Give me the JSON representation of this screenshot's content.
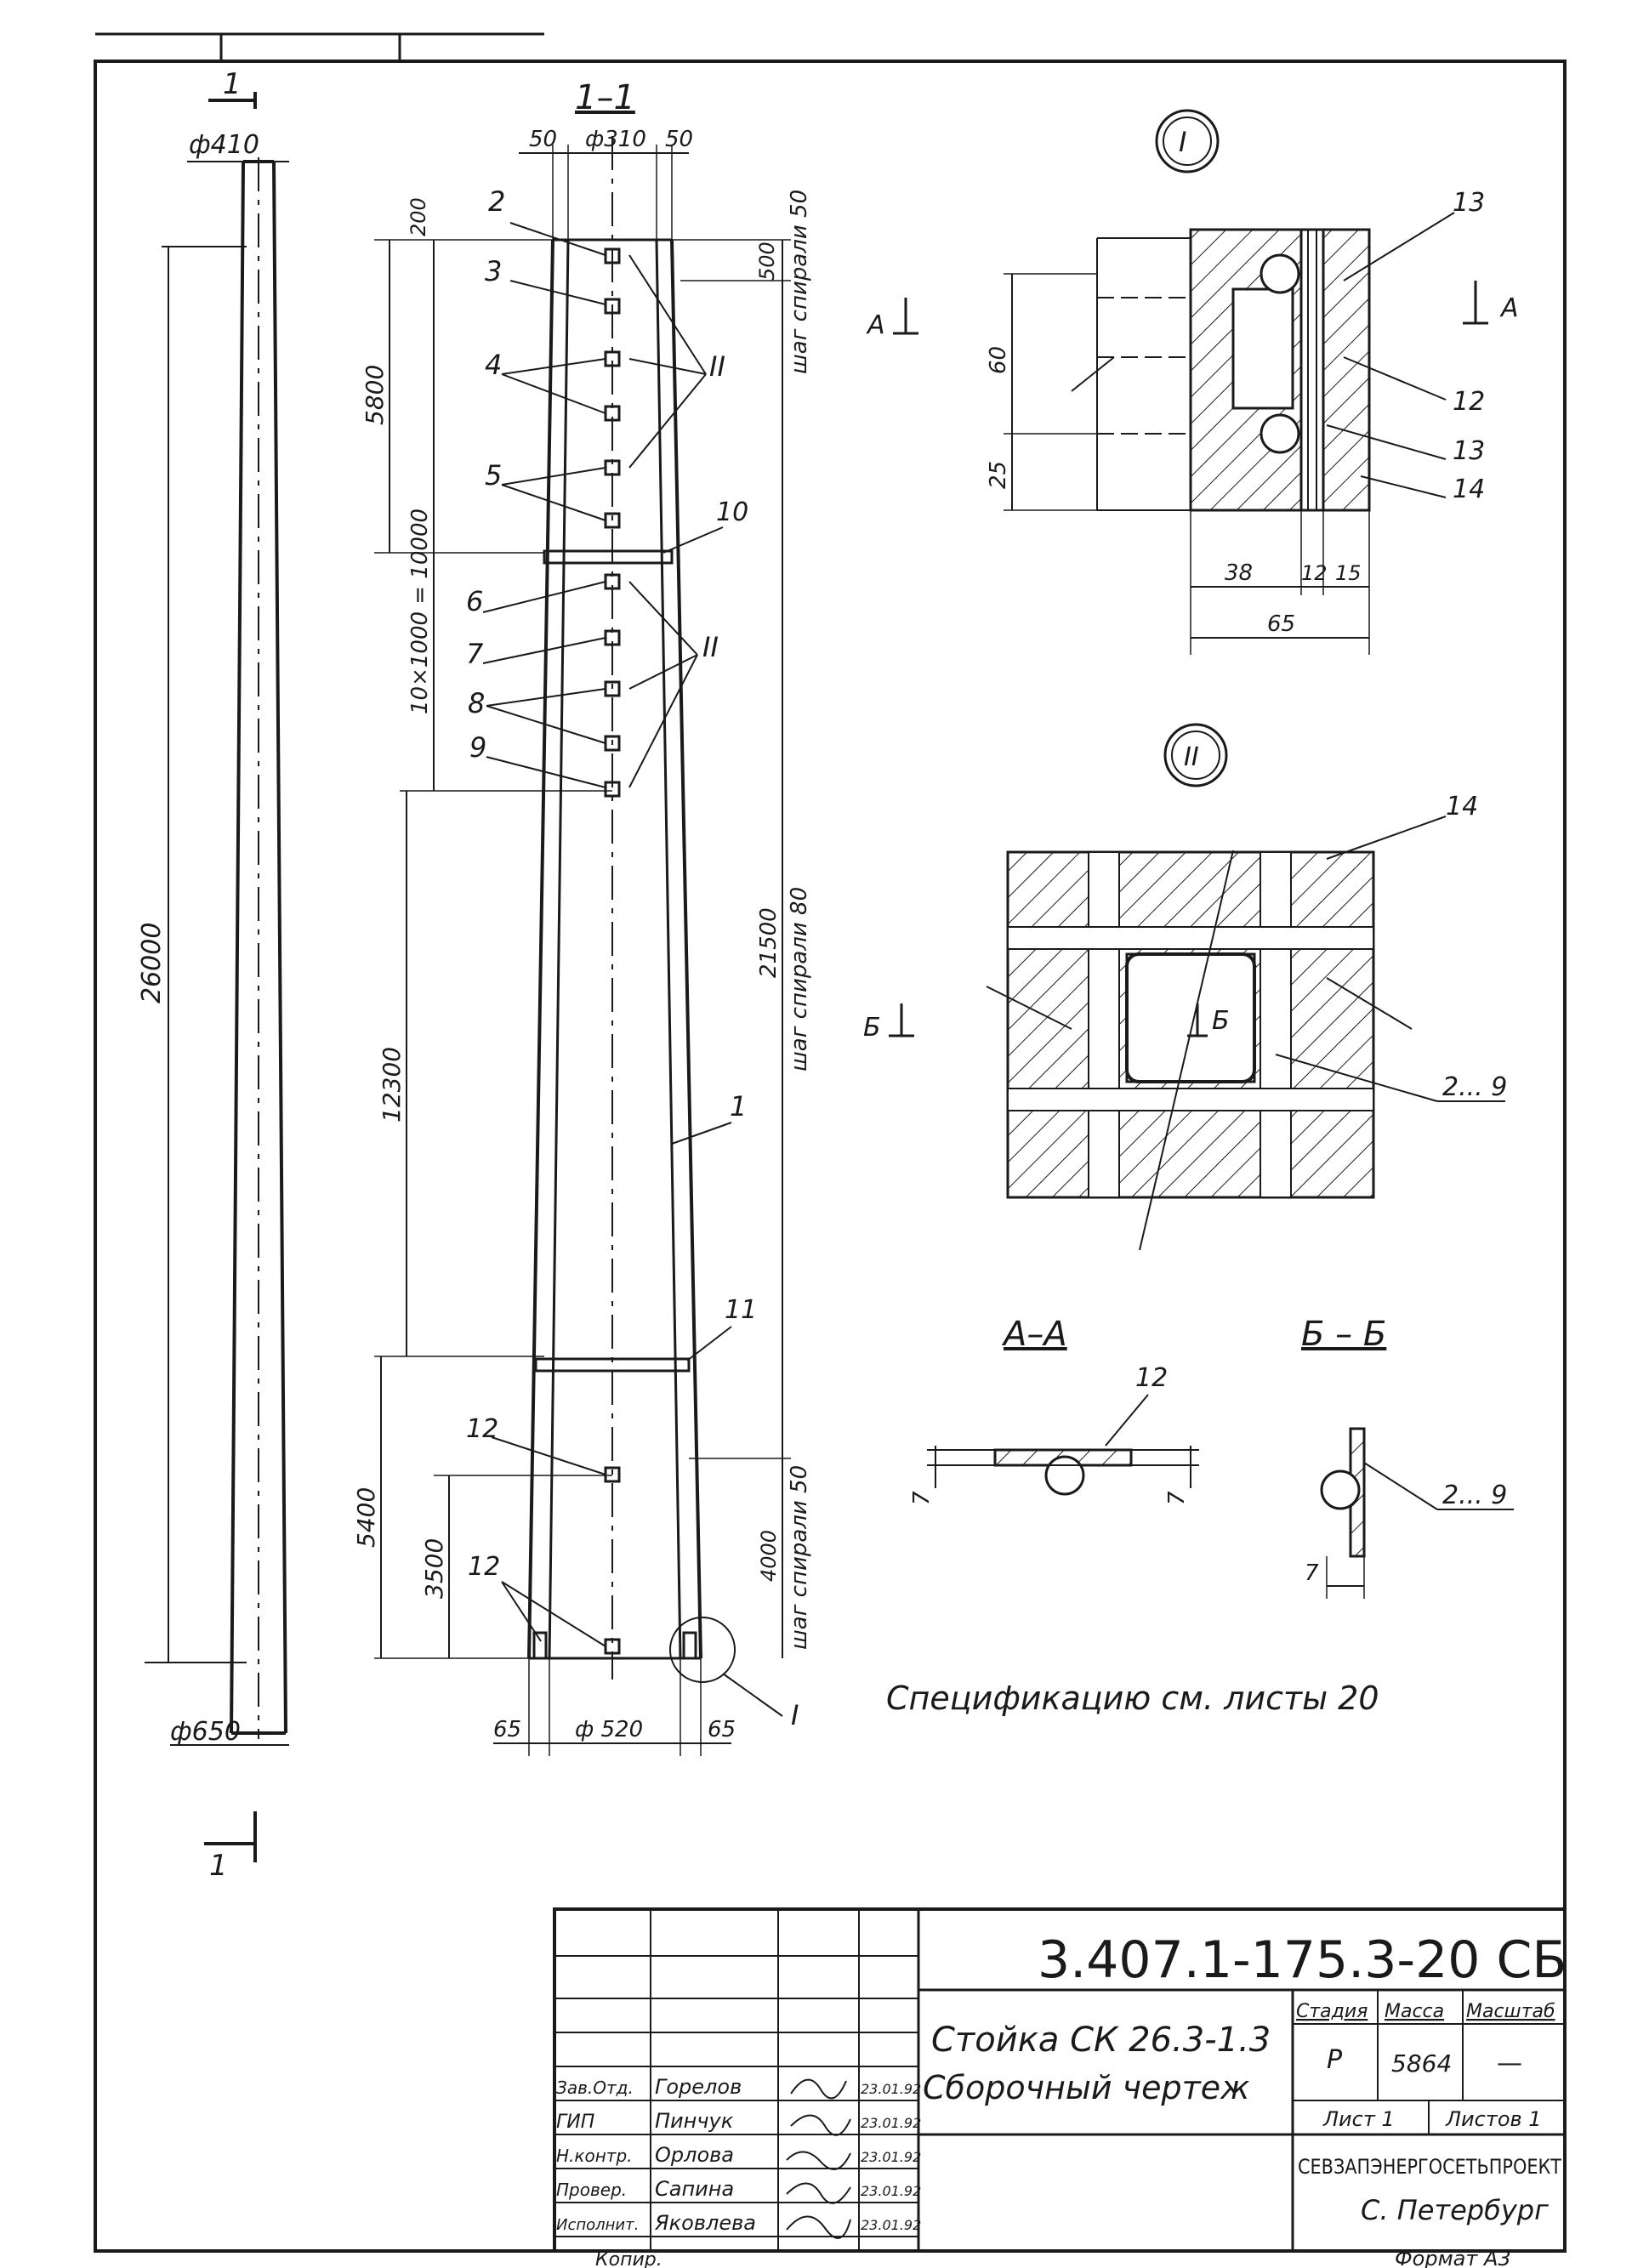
{
  "section_labels": {
    "main_section": "1–1",
    "section_mark": "1",
    "node_1": "I",
    "node_2": "II",
    "aa": "А–А",
    "bb": "Б – Б",
    "cut_a": "А",
    "cut_b": "Б"
  },
  "dimensions": {
    "top_diameter": "ф410",
    "bottom_diameter": "ф650",
    "total_height": "26000",
    "top_wall_left": "50",
    "top_inner_diameter": "ф310",
    "top_wall_right": "50",
    "top_offset": "200",
    "upper_zone": "5800",
    "upper_spacing": "10×1000 = 10000",
    "middle_zone": "12300",
    "lower_zone": "5400",
    "lower_sub": "3500",
    "bottom_wall_left": "65",
    "bottom_inner_diameter": "ф 520",
    "bottom_wall_right": "65",
    "spiral_top_len": "500",
    "spiral_top_step": "шаг спирали 50",
    "spiral_mid_len": "21500",
    "spiral_mid_step": "шаг спирали 80",
    "spiral_bot_len": "4000",
    "spiral_bot_step": "шаг спирали 50",
    "node1_h1": "60",
    "node1_h2": "25",
    "node1_w1": "38",
    "node1_w2": "12",
    "node1_w3": "15",
    "node1_total": "65",
    "aa_dim_left": "7",
    "aa_dim_right": "7",
    "bb_dim": "7"
  },
  "callouts": {
    "p1": "1",
    "p2": "2",
    "p3": "3",
    "p4": "4",
    "p5": "5",
    "p6": "6",
    "p7": "7",
    "p8": "8",
    "p9": "9",
    "p10": "10",
    "p11": "11",
    "p12a": "12",
    "p12b": "12",
    "node1_12": "12",
    "node1_13a": "13",
    "node1_13b": "13",
    "node1_14": "14",
    "node2_14": "14",
    "node2_29": "2... 9",
    "aa_12": "12",
    "bb_29": "2... 9",
    "ref_II_a": "II",
    "ref_II_b": "II",
    "ref_I": "I"
  },
  "note": "Спецификацию см. листы 20",
  "title_block": {
    "doc_code": "3.407.1-175.3-20 СБ",
    "item_name": "Стойка СК 26.3-1.3",
    "doc_name": "Сборочный чертеж",
    "stage_label": "Стадия",
    "mass_label": "Масса",
    "scale_label": "Масштаб",
    "stage": "Р",
    "mass": "5864",
    "scale": "—",
    "sheet_label": "Лист 1",
    "sheets_label": "Листов 1",
    "org": "СЕВЗАПЭНЕРГОСЕТЬПРОЕКТ",
    "city": "С. Петербург",
    "signers": [
      {
        "role": "Зав.Отд.",
        "name": "Горелов",
        "date": "23.01.92"
      },
      {
        "role": "ГИП",
        "name": "Пинчук",
        "date": "23.01.92"
      },
      {
        "role": "Н.контр.",
        "name": "Орлова",
        "date": "23.01.92"
      },
      {
        "role": "Провер.",
        "name": "Сапина",
        "date": "23.01.92"
      },
      {
        "role": "Исполнит.",
        "name": "Яковлева",
        "date": "23.01.92"
      }
    ],
    "copied": "Копир.",
    "format": "Формат А3"
  }
}
